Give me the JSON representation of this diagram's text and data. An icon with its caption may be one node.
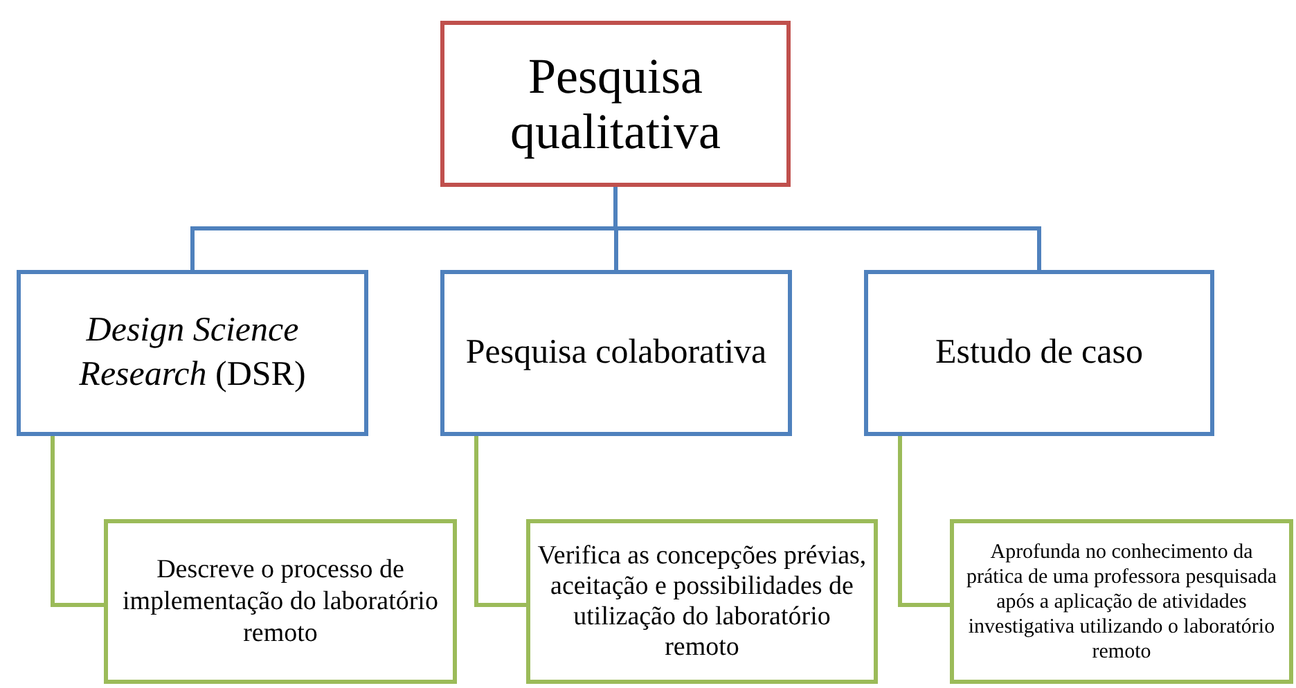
{
  "diagram": {
    "nodes": [
      {
        "text": [
          "Pesquisa qualitativa"
        ]
      },
      {
        "text": [
          "*Design Science Research* (DSR)"
        ]
      },
      {
        "text": [
          "Pesquisa colaborativa"
        ]
      },
      {
        "text": [
          "Estudo de caso"
        ]
      },
      {
        "text": [
          "Descreve o processo de implementação do laboratório remoto"
        ]
      },
      {
        "text": [
          "Verifica as concepções prévias, aceitação e possibilidades de utilização do laboratório remoto"
        ]
      },
      {
        "text": [
          "Aprofunda no conhecimento da prática de uma professora pesquisada após a aplicação de atividades investigativa utilizando o laboratório remoto"
        ]
      }
    ],
    "edges": [
      {
        "from": 0,
        "to": 1,
        "arrow": "none"
      },
      {
        "from": 0,
        "to": 2,
        "arrow": "none"
      },
      {
        "from": 0,
        "to": 3,
        "arrow": "none"
      },
      {
        "from": 1,
        "to": 4,
        "arrow": "none",
        "color": "#9bbb59"
      },
      {
        "from": 2,
        "to": 5,
        "arrow": "none",
        "color": "#9bbb59"
      },
      {
        "from": 3,
        "to": 6,
        "arrow": "none",
        "color": "#9bbb59"
      }
    ]
  }
}
